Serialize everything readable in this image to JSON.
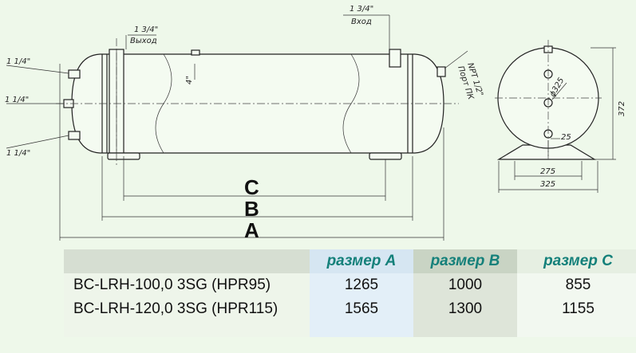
{
  "dimension_letters": {
    "c": "C",
    "b": "B",
    "a": "A"
  },
  "callouts": {
    "outlet_size": "1 3/4\"",
    "outlet_label": "Выход",
    "inlet_size": "1 3/4\"",
    "inlet_label": "Вход",
    "left_port_top": "1 1/4\"",
    "left_port_mid": "1 1/4\"",
    "left_port_bottom": "1 1/4\"",
    "wall_size": "4\"",
    "npt_size": "NPT 1/2\"",
    "npt_label": "Порт ПК"
  },
  "end_view": {
    "diameter": "ϕ325",
    "height": "372",
    "small_offset": "25",
    "base_inner": "275",
    "base_outer": "325"
  },
  "table": {
    "headers": [
      "",
      "размер A",
      "размер B",
      "размер C"
    ],
    "rows": [
      [
        "BC-LRH-100,0 3SG (HPR95)",
        "1265",
        "1000",
        "855"
      ],
      [
        "BC-LRH-120,0 3SG (HPR115)",
        "1565",
        "1300",
        "1155"
      ],
      [
        "",
        "",
        "",
        ""
      ]
    ]
  },
  "colors": {
    "background": "#eef8ea",
    "header_text": "#14807a",
    "line": "#222222"
  }
}
